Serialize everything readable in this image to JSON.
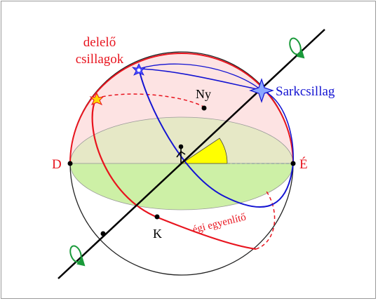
{
  "labels": {
    "culminating_stars_line1": "delelő",
    "culminating_stars_line2": "csillagok",
    "north_star": "Sarkcsillag",
    "west": "Ny",
    "east": "K",
    "south": "D",
    "north": "É",
    "celestial_equator": "égi egyenlítő"
  },
  "colors": {
    "red": "#e8141e",
    "blue": "#1414d2",
    "green_arrow": "#1a9a3a",
    "horizon_fill_back": "#e6e8c6",
    "horizon_fill_front": "#cdf0a6",
    "sky_fill": "#fde3e3",
    "angle_fill": "#ffff00",
    "axis": "#000000",
    "frame": "#9a9a9a"
  }
}
